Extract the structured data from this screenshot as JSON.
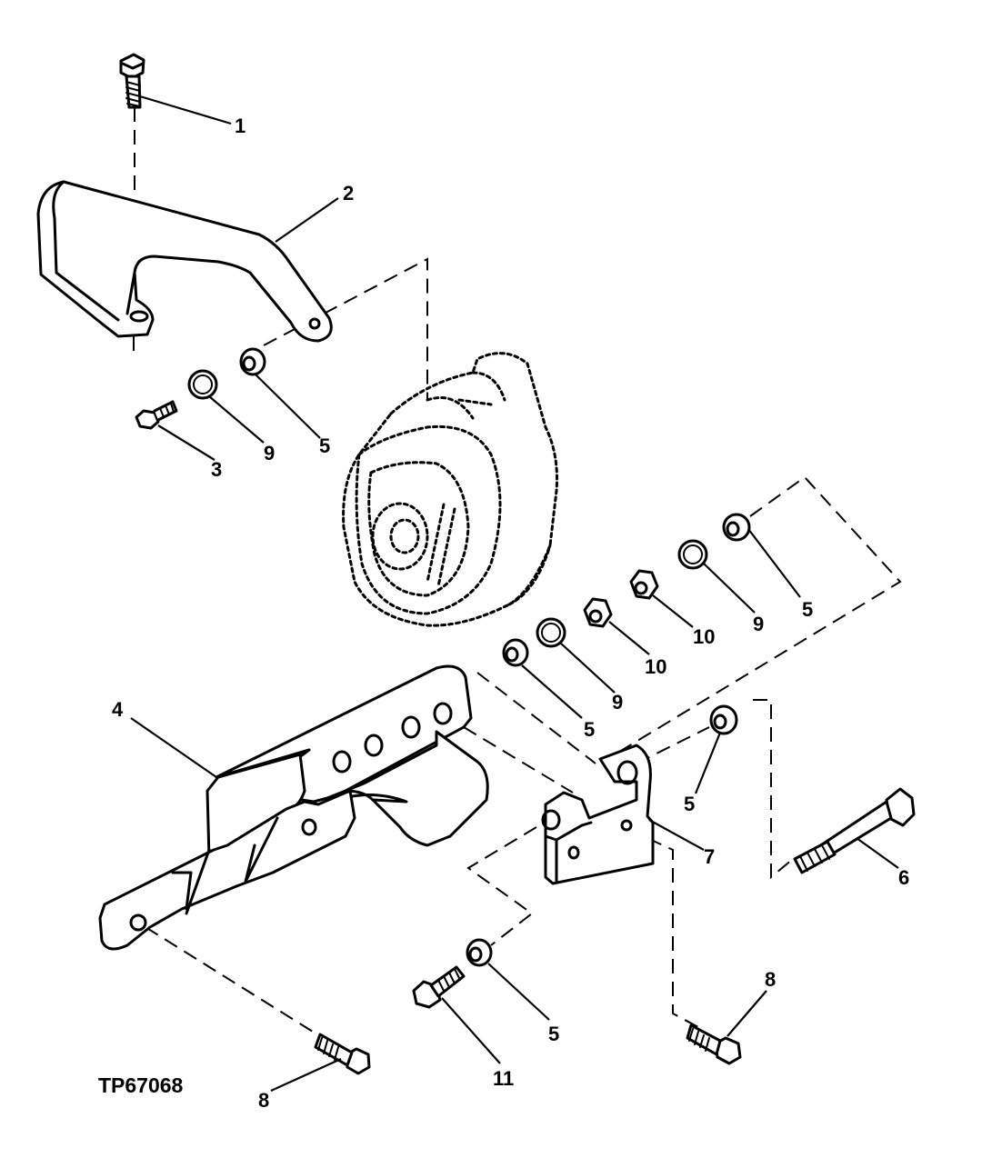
{
  "figure_code": "TP67068",
  "callouts": {
    "c1": "1",
    "c2": "2",
    "c3": "3",
    "c4": "4",
    "c5a": "5",
    "c5b": "5",
    "c5c": "5",
    "c5d": "5",
    "c5e": "5",
    "c6": "6",
    "c7": "7",
    "c8a": "8",
    "c8b": "8",
    "c9a": "9",
    "c9b": "9",
    "c9c": "9",
    "c10a": "10",
    "c10b": "10",
    "c11": "11"
  }
}
